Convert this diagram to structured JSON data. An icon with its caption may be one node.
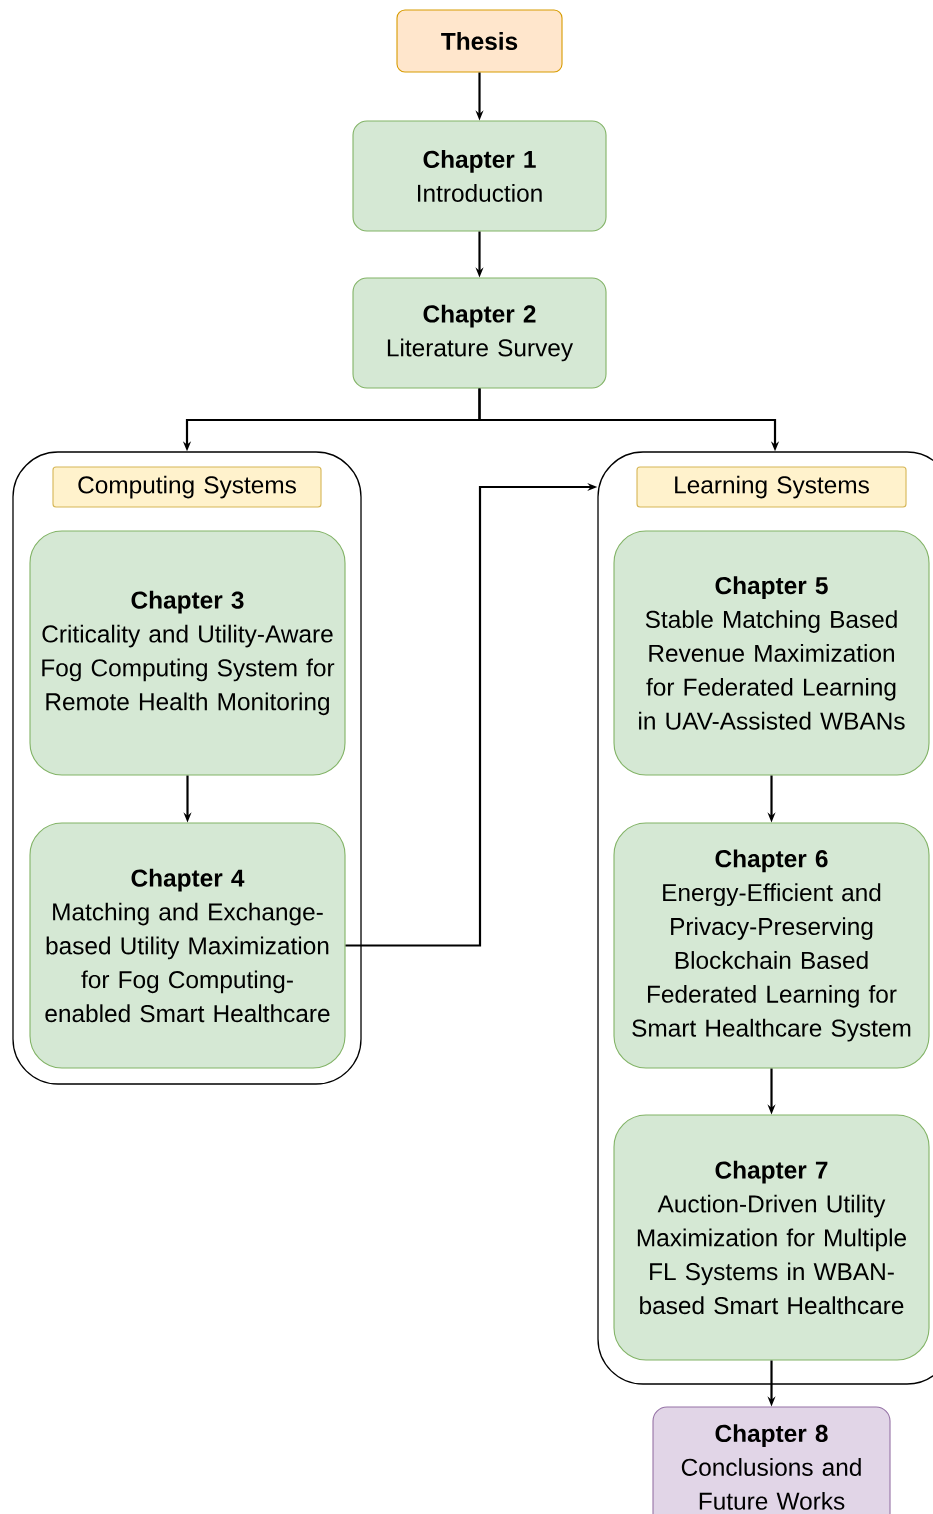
{
  "diagram": {
    "nodes": [
      {
        "text": [
          "Thesis"
        ]
      },
      {
        "text": [
          "Chapter 1",
          "Introduction"
        ]
      },
      {
        "text": [
          "Chapter 2",
          "Literature Survey"
        ]
      },
      {
        "text": [],
        "shape": "box"
      },
      {
        "text": [
          "Computing Systems"
        ],
        "in": 3
      },
      {
        "text": [
          "Chapter 3",
          "Criticality and Utility-Aware Fog Computing System for Remote Health Monitoring"
        ],
        "in": 3
      },
      {
        "text": [
          "Chapter 4",
          "Matching and Exchange-based Utility Maximization for Fog Computing-enabled Smart Healthcare"
        ],
        "in": 3
      },
      {
        "text": [],
        "shape": "box"
      },
      {
        "text": [
          "Learning Systems"
        ],
        "in": 7
      },
      {
        "text": [
          "Chapter 5",
          "Stable Matching Based Revenue Maximization for Federated Learning in UAV-Assisted WBANs"
        ],
        "in": 7
      },
      {
        "text": [
          "Chapter 6",
          "Energy-Efficient and Privacy-Preserving Blockchain Based Federated Learning for Smart Healthcare System"
        ],
        "in": 7
      },
      {
        "text": [
          "Chapter 7",
          "Auction-Driven Utility Maximization for Multiple FL Systems in WBAN-based Smart Healthcare"
        ],
        "in": 7
      },
      {
        "text": [
          "Chapter 8",
          "Conclusions and Future Works"
        ]
      }
    ],
    "edges": [
      {
        "from": 0,
        "to": 1,
        "arrow": "to"
      },
      {
        "from": 1,
        "to": 2,
        "arrow": "to"
      },
      {
        "from": 2,
        "to": 3,
        "arrow": "to"
      },
      {
        "from": 2,
        "to": 7,
        "arrow": "to"
      },
      {
        "from": 5,
        "to": 6,
        "arrow": "to"
      },
      {
        "from": 6,
        "to": 7,
        "arrow": "to"
      },
      {
        "from": 9,
        "to": 10,
        "arrow": "to"
      },
      {
        "from": 10,
        "to": 11,
        "arrow": "to"
      },
      {
        "from": 11,
        "to": 12,
        "arrow": "to"
      }
    ]
  }
}
